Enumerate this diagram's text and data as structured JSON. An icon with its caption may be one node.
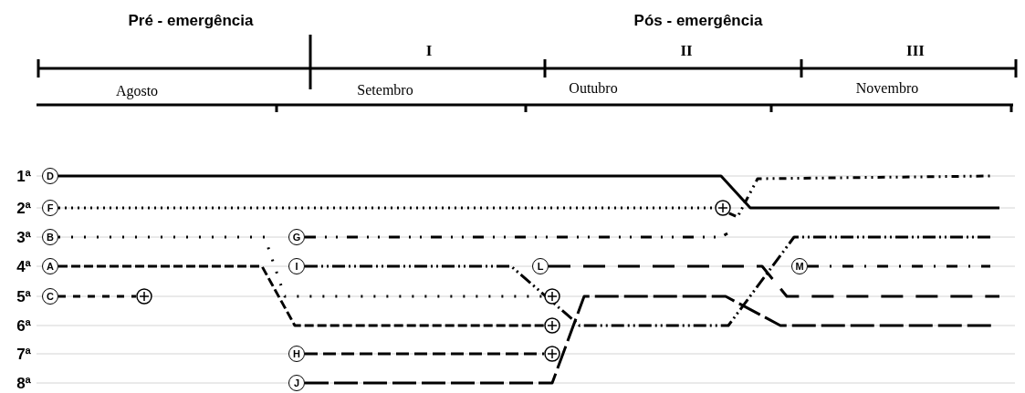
{
  "diagram": {
    "nodes": [
      {
        "text": [
          "D"
        ]
      },
      {
        "text": [
          "F"
        ]
      },
      {
        "text": [],
        "shape": "circle"
      },
      {
        "text": [
          "B"
        ]
      },
      {
        "text": [
          "G"
        ]
      },
      {
        "text": [
          "A"
        ]
      },
      {
        "text": [
          "I"
        ]
      },
      {
        "text": [
          "L"
        ]
      },
      {
        "text": [
          "M"
        ]
      },
      {
        "text": [
          "C"
        ]
      },
      {
        "text": [],
        "shape": "circle"
      },
      {
        "text": [],
        "shape": "circle"
      },
      {
        "text": [],
        "shape": "circle"
      },
      {
        "text": [
          "H"
        ]
      },
      {
        "text": [],
        "shape": "circle"
      },
      {
        "text": [
          "J"
        ]
      }
    ],
    "edges": [
      {
        "from": 0,
        "to": null,
        "arrow": "none"
      },
      {
        "from": 1,
        "to": 2,
        "arrow": "none",
        "style": "dashed"
      },
      {
        "from": 2,
        "to": null,
        "arrow": "none",
        "style": "dashed"
      },
      {
        "from": 3,
        "to": 11,
        "arrow": "none",
        "style": "dashed"
      },
      {
        "from": 5,
        "to": 12,
        "arrow": "none",
        "style": "dashed"
      },
      {
        "from": 9,
        "to": 10,
        "arrow": "none",
        "style": "dashed"
      },
      {
        "from": 4,
        "to": null,
        "arrow": "none",
        "style": "dashed"
      },
      {
        "from": 6,
        "to": null,
        "arrow": "none",
        "style": "dashed"
      },
      {
        "from": 7,
        "to": null,
        "arrow": "none",
        "style": "dashed"
      },
      {
        "from": 8,
        "to": null,
        "arrow": "none",
        "style": "dashed"
      },
      {
        "from": 13,
        "to": 14,
        "arrow": "none",
        "style": "dashed"
      },
      {
        "from": 15,
        "to": null,
        "arrow": "none",
        "style": "dashed"
      }
    ],
    "labels": [
      "Pré - emergência",
      "Pós - emergência",
      "I",
      "II",
      "III",
      "Agosto",
      "Setembro",
      "Outubro",
      "Novembro",
      "1ª",
      "2ª",
      "3ª",
      "4ª",
      "5ª",
      "6ª",
      "7ª",
      "8ª"
    ]
  }
}
